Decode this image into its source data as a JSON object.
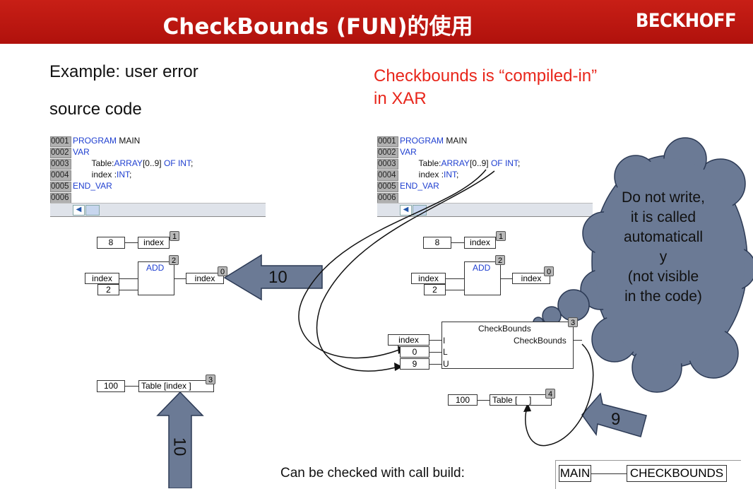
{
  "header": {
    "title": "CheckBounds (FUN)的使用",
    "logo": "BECKHOFF"
  },
  "left": {
    "example": "Example: user error",
    "source": "source code"
  },
  "right": {
    "heading_line1": "Checkbounds is “compiled-in”",
    "heading_line2": "in XAR"
  },
  "code": {
    "lines": [
      {
        "no": "0001",
        "kw": "PROGRAM",
        "rest": " MAIN"
      },
      {
        "no": "0002",
        "kw": "VAR",
        "rest": ""
      },
      {
        "no": "0003",
        "pre": "        Table:",
        "kw": "ARRAY",
        "mid": "[0..9] ",
        "kw2": "OF INT",
        "rest": ";"
      },
      {
        "no": "0004",
        "pre": "        index :",
        "kw": "INT",
        "rest": ";"
      },
      {
        "no": "0005",
        "kw": "END_VAR",
        "rest": ""
      },
      {
        "no": "0006",
        "kw": "",
        "rest": ""
      }
    ]
  },
  "left_diagram": {
    "n1": "1",
    "n2": "2",
    "n0": "0",
    "n3": "3",
    "const8": "8",
    "index": "index",
    "add": "ADD",
    "two": "2",
    "const100": "100",
    "table_index": "Table [index ]",
    "arrow_right_value": "10",
    "arrow_up_value": "10"
  },
  "right_diagram": {
    "n1": "1",
    "n2": "2",
    "n0": "0",
    "n3": "3",
    "n4": "4",
    "const8": "8",
    "index": "index",
    "add": "ADD",
    "two": "2",
    "fb_name": "CheckBounds",
    "fb_out": "CheckBounds",
    "in_i": "I",
    "in_l": "L",
    "in_u": "U",
    "val_index": "index",
    "val_0": "0",
    "val_9": "9",
    "const100": "100",
    "table_blank": "Table [     ]",
    "arrow_value": "9"
  },
  "cloud": {
    "lines": [
      "Do not write,",
      "it is called",
      "automaticall",
      "y",
      "(not visible",
      "in the code)"
    ]
  },
  "bottom": {
    "call_build": "Can be checked with call build:",
    "main": "MAIN",
    "checkbounds": "CHECKBOUNDS"
  },
  "colors": {
    "header": "#c81f16",
    "arrow": "#6a7a96",
    "cloud": "#6a7a96",
    "keyword": "#1f3fd0",
    "red_text": "#e8261b"
  }
}
